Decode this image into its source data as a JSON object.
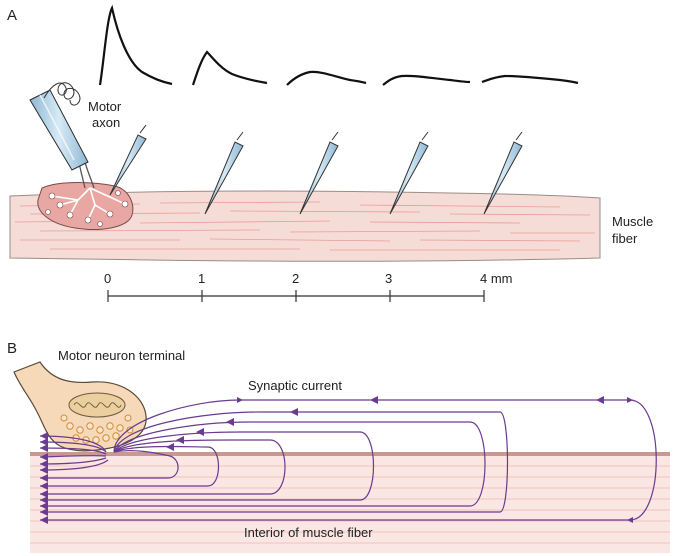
{
  "panel_a": {
    "label": "A",
    "motor_axon_label": [
      "Motor",
      "axon"
    ],
    "muscle_fiber_label": [
      "Muscle",
      "fiber"
    ],
    "scale_ticks": [
      "0",
      "1",
      "2",
      "3",
      "4 mm"
    ],
    "recordings_count": 5
  },
  "panel_b": {
    "label": "B",
    "terminal_label": "Motor neuron terminal",
    "current_label": "Synaptic current",
    "interior_label": "Interior of muscle fiber"
  },
  "colors": {
    "muscle_fill": "#f6dcd6",
    "muscle_stripe": "#ea9b98",
    "current": "#6a3b8f",
    "terminal_fill": "#f5d9b8",
    "electrode": "#b9d6e8",
    "membrane": "#a9726c"
  }
}
